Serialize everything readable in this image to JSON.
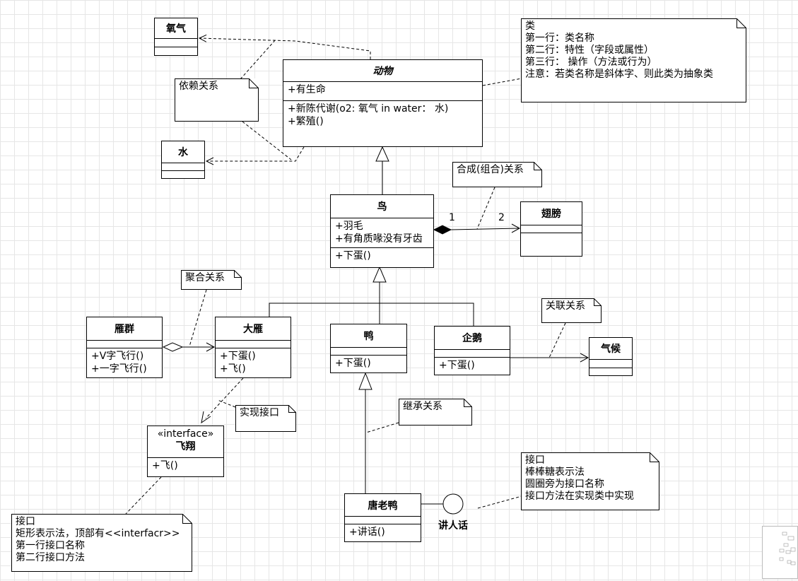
{
  "classes": {
    "oxygen": {
      "name": "氧气"
    },
    "water": {
      "name": "水"
    },
    "animal": {
      "name": "动物",
      "attributes": [
        "+有生命"
      ],
      "operations": [
        "+新陈代谢(o2: 氧气 in water： 水)",
        "+繁殖()"
      ]
    },
    "bird": {
      "name": "鸟",
      "attributes": [
        "+羽毛",
        "+有角质喙没有牙齿"
      ],
      "operations": [
        "+下蛋()"
      ]
    },
    "wing": {
      "name": "翅膀"
    },
    "goose_flock": {
      "name": "雁群",
      "operations": [
        "+V字飞行()",
        "+一字飞行()"
      ]
    },
    "goose": {
      "name": "大雁",
      "operations": [
        "+下蛋()",
        "+飞()"
      ]
    },
    "duck": {
      "name": "鸭",
      "operations": [
        "+下蛋()"
      ]
    },
    "penguin": {
      "name": "企鹅",
      "operations": [
        "+下蛋()"
      ]
    },
    "climate": {
      "name": "气候"
    },
    "fly_interface": {
      "stereotype": "«interface»",
      "name": "飞翔",
      "operations": [
        "+飞()"
      ]
    },
    "tang_duck": {
      "name": "唐老鸭",
      "operations": [
        "+讲话()"
      ]
    }
  },
  "lollipop_label": "讲人话",
  "multiplicity": {
    "left": "1",
    "right": "2"
  },
  "notes": {
    "class_note": [
      "类",
      "第一行：类名称",
      "第二行：特性（字段或属性）",
      "第三行： 操作（方法或行为）",
      "注意：若类名称是斜体字、则此类为抽象类"
    ],
    "dependency": [
      "依赖关系"
    ],
    "composition": [
      "合成(组合)关系"
    ],
    "aggregation": [
      "聚合关系"
    ],
    "association": [
      "关联关系"
    ],
    "realization": [
      "实现接口"
    ],
    "inheritance": [
      "继承关系"
    ],
    "interface_rect": [
      "接口",
      "矩形表示法，顶部有<<interfacr>>",
      "第一行接口名称",
      "第二行接口方法"
    ],
    "interface_lollipop": [
      "接口",
      "棒棒糖表示法",
      "圆圈旁为接口名称",
      "接口方法在实现类中实现"
    ]
  }
}
